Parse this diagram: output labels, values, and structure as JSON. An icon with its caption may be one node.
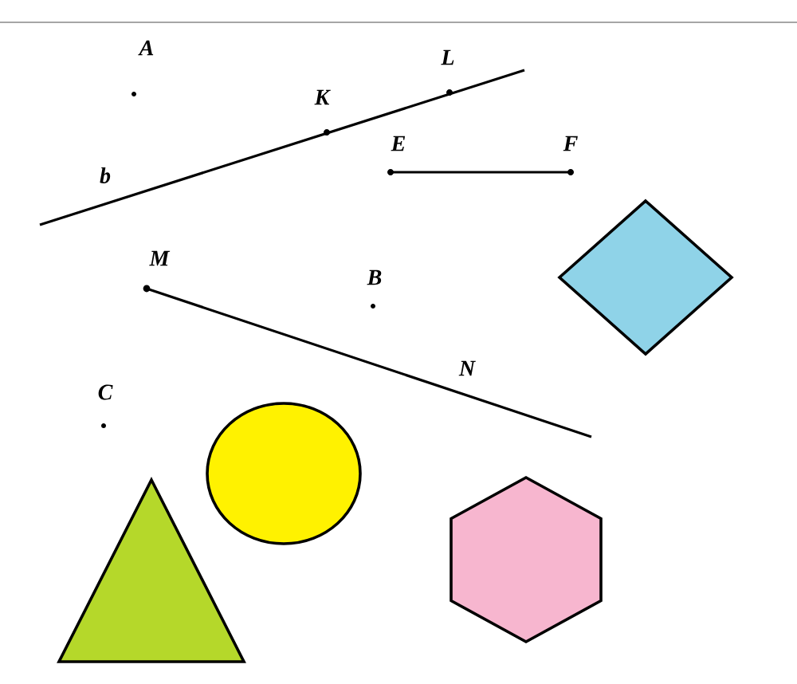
{
  "diagram": {
    "nodes": [
      {
        "text": [],
        "shape": "diamond"
      },
      {
        "text": [],
        "shape": "circle"
      },
      {
        "text": [],
        "shape": "hexagon"
      },
      {
        "text": [],
        "shape": "triangle"
      }
    ],
    "labels": [
      "A",
      "L",
      "K",
      "E",
      "F",
      "b",
      "M",
      "B",
      "N",
      "C"
    ]
  }
}
